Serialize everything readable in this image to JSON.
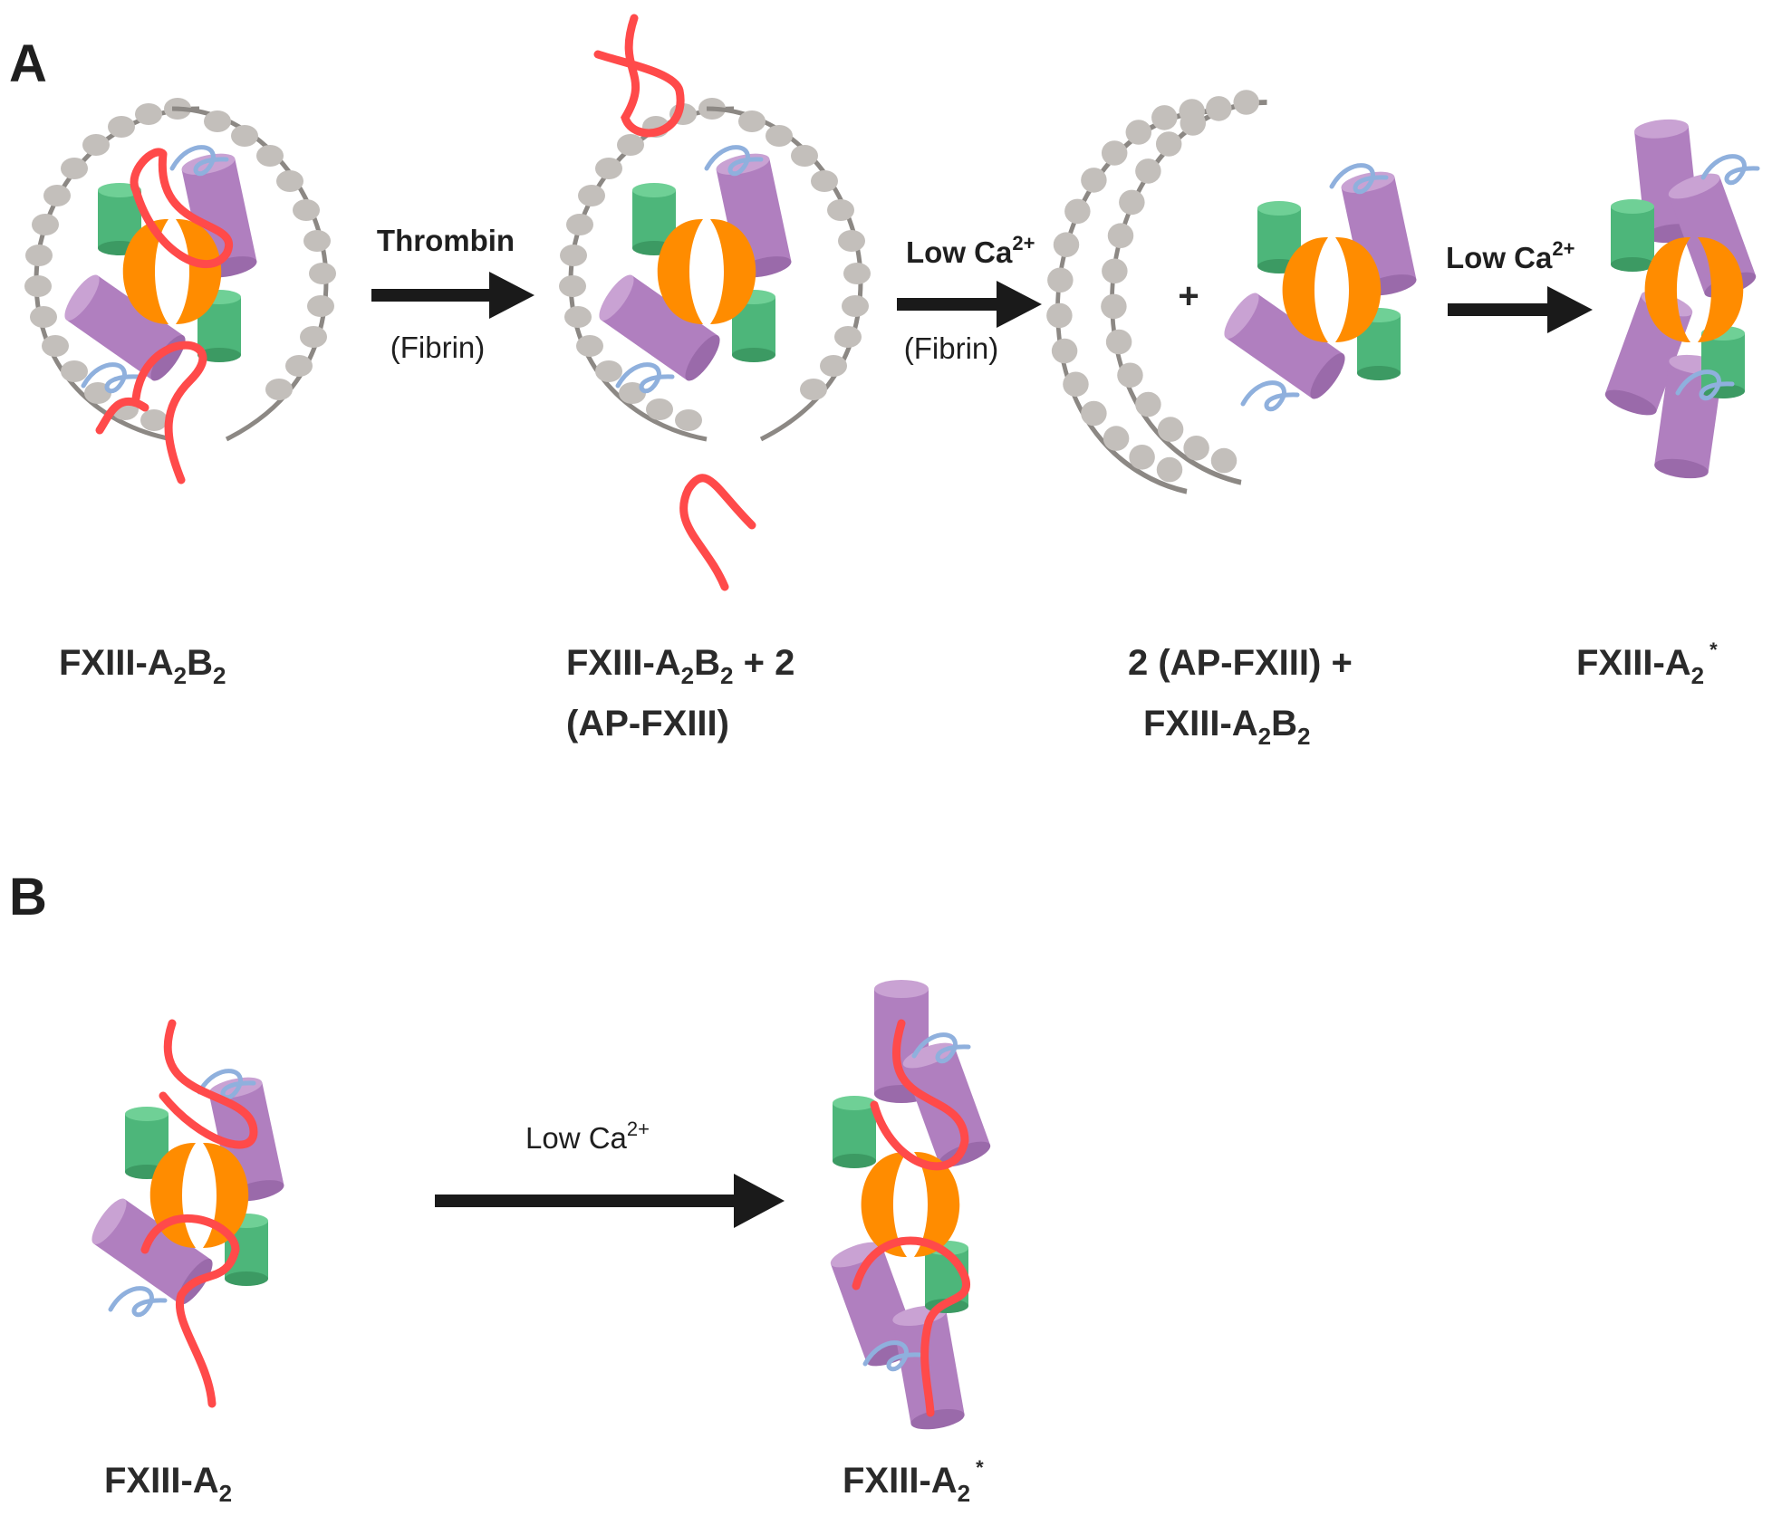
{
  "panels": [
    {
      "letter": "A"
    },
    {
      "letter": "B"
    }
  ],
  "arrows": {
    "a1_top": "Thrombin",
    "a1_bottom": "(Fibrin)",
    "a2_top_main": "Low Ca",
    "a2_top_sup": "2+",
    "a2_bottom": "(Fibrin)",
    "a3_top_main": "Low Ca",
    "a3_top_sup": "2+",
    "b1_top_main": "Low Ca",
    "b1_top_sup": "2+"
  },
  "plus_sign": "+",
  "captions": {
    "a1": {
      "pre": "FXIII-A",
      "s1": "2",
      "mid": "B",
      "s2": "2"
    },
    "a2": {
      "pre": "FXIII-A",
      "s1": "2",
      "mid": "B",
      "s2": "2",
      "post": " + 2",
      "line2": "(AP-FXIII)"
    },
    "a3": {
      "line1": "2 (AP-FXIII) +",
      "pre": "FXIII-A",
      "s1": "2",
      "mid": "B",
      "s2": "2"
    },
    "a4": {
      "pre": "FXIII-A",
      "s1": "2",
      "sup": "*"
    },
    "b1": {
      "pre": "FXIII-A",
      "s1": "2"
    },
    "b2": {
      "pre": "FXIII-A",
      "s1": "2",
      "sup": "*"
    }
  },
  "colors": {
    "orange": "#ff8c00",
    "purple": "#b07fbf",
    "purple_dark": "#9a6aaa",
    "green": "#4db67a",
    "green_dark": "#3c9a63",
    "red": "#ff4a4a",
    "blue": "#8fb0dd",
    "gray": "#c3bfbb",
    "gray_line": "#8c8884",
    "arrow": "#1a1a1a"
  }
}
